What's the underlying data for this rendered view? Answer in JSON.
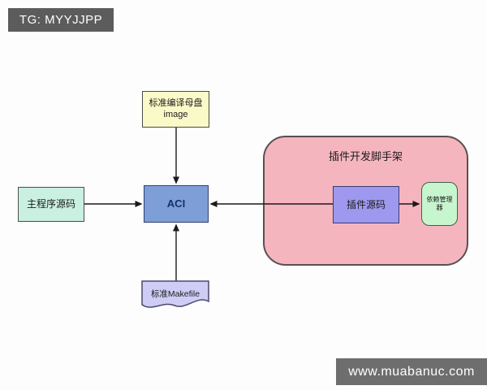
{
  "watermarks": {
    "top_left": "TG: MYYJJPP",
    "bottom_right": "www.muabanuc.com"
  },
  "diagram": {
    "nodes": {
      "standard_image": {
        "label_line1": "标准编译母盘",
        "label_line2": "image",
        "fill": "#fafac8",
        "shape": "rect"
      },
      "main_source": {
        "label": "主程序源码",
        "fill": "#c9f0e0",
        "shape": "rect"
      },
      "aci": {
        "label": "ACI",
        "fill": "#7e9ed7",
        "text_color": "#17306f",
        "shape": "rect"
      },
      "plugin_scaffold": {
        "label": "插件开发脚手架",
        "fill": "#f5b5bf",
        "shape": "rounded-container"
      },
      "plugin_source": {
        "label": "插件源码",
        "fill": "#9e99ee",
        "shape": "rect"
      },
      "dep_manager": {
        "label": "依赖管理器",
        "fill": "#c7f6ce",
        "shape": "rounded-rect"
      },
      "makefile": {
        "label": "标准Makefile",
        "fill": "#cfccf5",
        "shape": "document"
      }
    },
    "edges": [
      {
        "from": "标准编译母盘 image",
        "to": "ACI",
        "direction": "down"
      },
      {
        "from": "主程序源码",
        "to": "ACI",
        "direction": "right"
      },
      {
        "from": "插件源码",
        "to": "ACI",
        "direction": "left"
      },
      {
        "from": "插件源码",
        "to": "依赖管理器",
        "direction": "right"
      },
      {
        "from": "标准Makefile",
        "to": "ACI",
        "direction": "up"
      }
    ],
    "arrow_color": "#1a1a1a"
  }
}
